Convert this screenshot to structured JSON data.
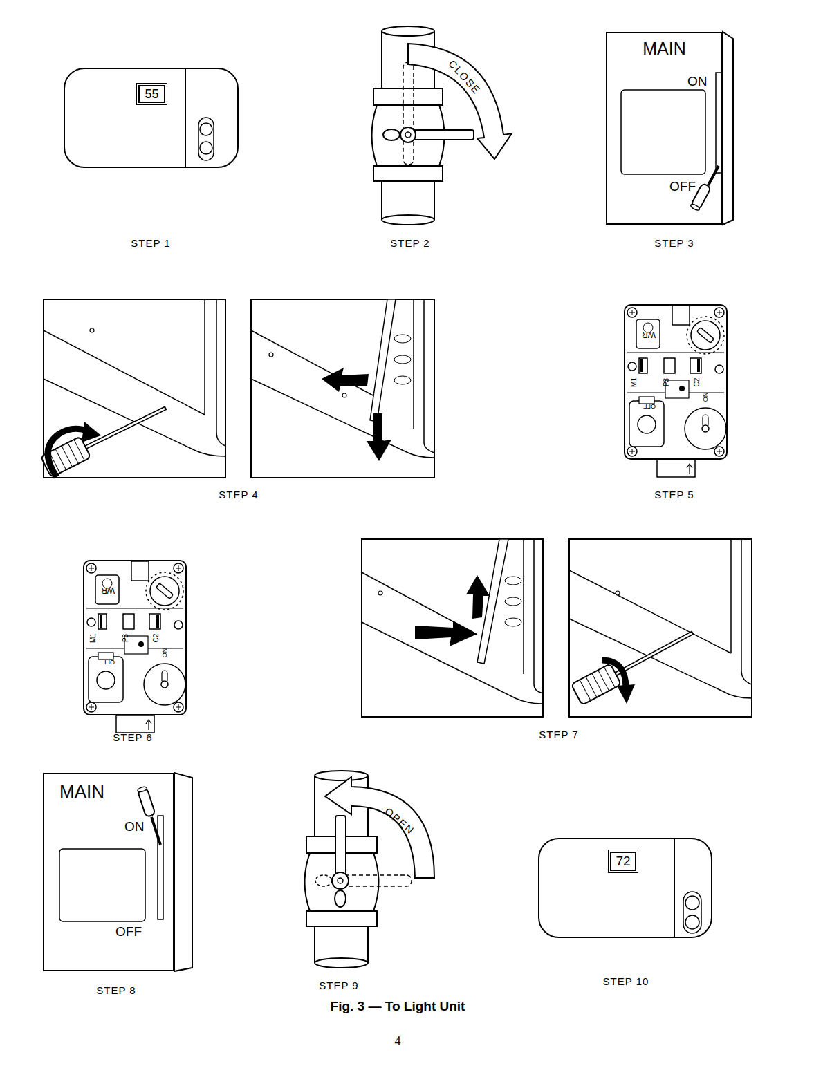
{
  "diagram": {
    "caption": "Fig. 3 — To Light Unit",
    "nodes": [
      {
        "text": [
          "55"
        ]
      },
      {
        "text": [
          "MAIN",
          "ON",
          "OFF"
        ]
      },
      {
        "text": [
          "WR",
          "M1",
          "P3",
          "C2",
          "ON",
          "OFF"
        ]
      },
      {
        "text": [
          "WR",
          "M1",
          "P3",
          "C2",
          "ON",
          "OFF"
        ]
      },
      {
        "text": [
          "MAIN",
          "ON",
          "OFF"
        ]
      },
      {
        "text": [
          "72"
        ]
      }
    ],
    "labels": [
      "CLOSE",
      "STEP 1",
      "STEP 2",
      "STEP 3",
      "STEP 4",
      "STEP 5",
      "STEP 6",
      "STEP 7",
      "OPEN",
      "STEP 8",
      "STEP 9",
      "STEP 10",
      "4"
    ]
  }
}
